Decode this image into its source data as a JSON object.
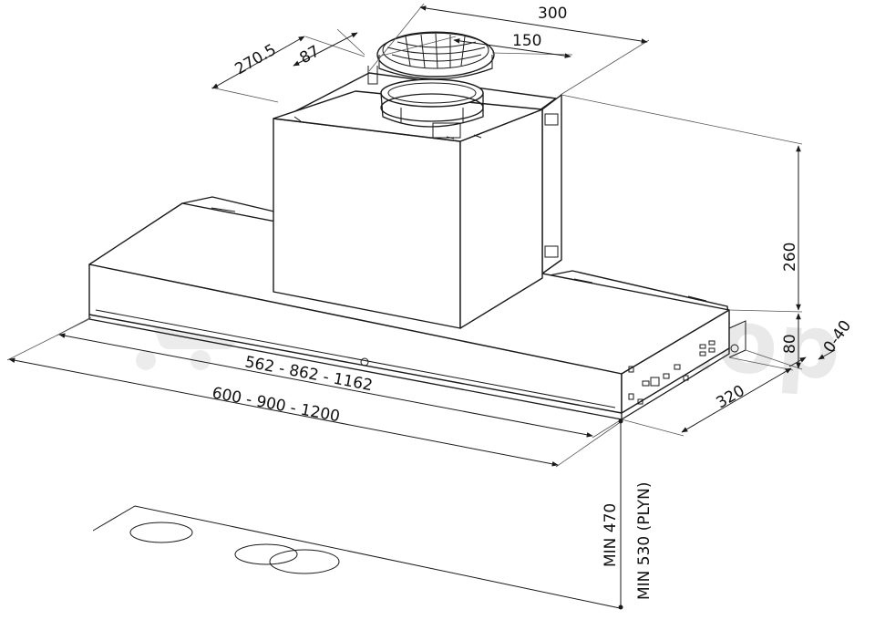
{
  "watermark": {
    "text": "OnlineShop",
    "color": "#e6e6e6"
  },
  "dimensions": {
    "duct_offset": "270.5",
    "duct_offset_small": "87",
    "chimney_width": "300",
    "duct_diameter": "150",
    "chimney_height": "260",
    "body_height": "80",
    "rear_gap": "0-40",
    "depth": "320",
    "inner_widths": "562  -  862  -  1162",
    "outer_widths": "600  -  900  -  1200",
    "min_height_electric": "MIN 470",
    "min_height_gas": "MIN 530 (PLYN)"
  },
  "colors": {
    "line": "#1a1a1a",
    "background": "#ffffff"
  }
}
